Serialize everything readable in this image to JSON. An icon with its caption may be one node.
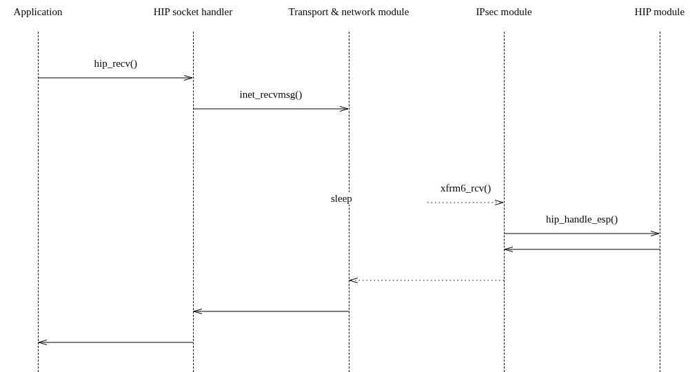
{
  "diagram": {
    "nodes": [
      {
        "text": [
          "Application"
        ]
      },
      {
        "text": [
          "HIP socket handler"
        ]
      },
      {
        "text": [
          "Transport & network module"
        ]
      },
      {
        "text": [
          "IPsec module"
        ]
      },
      {
        "text": [
          "HIP module"
        ]
      }
    ],
    "edges": [
      {
        "from": 0,
        "to": 1,
        "arrow": "to",
        "label": "hip_recv()"
      },
      {
        "from": 1,
        "to": 2,
        "arrow": "to",
        "label": "inet_recvmsg()"
      },
      {
        "from": null,
        "to": 3,
        "arrow": "to",
        "label": "xfrm6_rcv()",
        "style": "dashed"
      },
      {
        "from": 3,
        "to": 4,
        "arrow": "to",
        "label": "hip_handle_esp()"
      },
      {
        "from": 4,
        "to": 3,
        "arrow": "to"
      },
      {
        "from": 3,
        "to": 2,
        "arrow": "to",
        "style": "dashed"
      },
      {
        "from": 2,
        "to": 1,
        "arrow": "to"
      },
      {
        "from": 1,
        "to": 0,
        "arrow": "to"
      }
    ],
    "labels": [
      "sleep"
    ]
  }
}
